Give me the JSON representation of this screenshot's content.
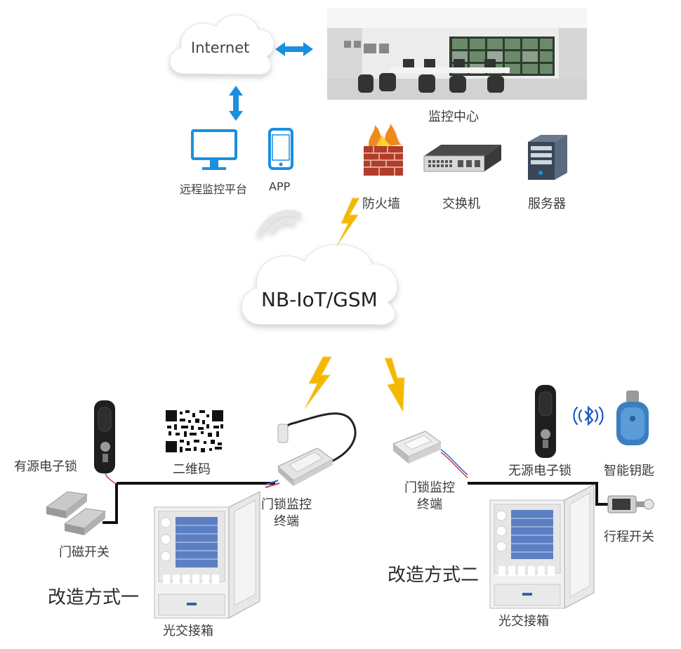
{
  "internet": {
    "label": "Internet"
  },
  "network": {
    "label": "NB-IoT/GSM"
  },
  "monitor_center": {
    "label": "监控中心"
  },
  "remote_platform": {
    "label": "远程监控平台"
  },
  "app": {
    "label": "APP"
  },
  "firewall": {
    "label": "防火墙"
  },
  "switch": {
    "label": "交换机"
  },
  "server": {
    "label": "服务器"
  },
  "active_lock": {
    "label": "有源电子锁"
  },
  "qr_code": {
    "label": "二维码"
  },
  "terminal_1": {
    "line1": "门锁监控",
    "line2": "终端"
  },
  "door_sensor": {
    "label": "门磁开关"
  },
  "cabinet_1": {
    "label": "光交接箱"
  },
  "scheme_1": {
    "label": "改造方式一"
  },
  "terminal_2": {
    "line1": "门锁监控",
    "line2": "终端"
  },
  "passive_lock": {
    "label": "无源电子锁"
  },
  "smart_key": {
    "label": "智能钥匙"
  },
  "travel_switch": {
    "label": "行程开关"
  },
  "scheme_2": {
    "label": "改造方式二"
  },
  "cabinet_2": {
    "label": "光交接箱"
  },
  "colors": {
    "arrow": "#1a8fe0",
    "lightning": "#f5b800",
    "line": "#111111",
    "device_blue": "#1a8fe0"
  }
}
